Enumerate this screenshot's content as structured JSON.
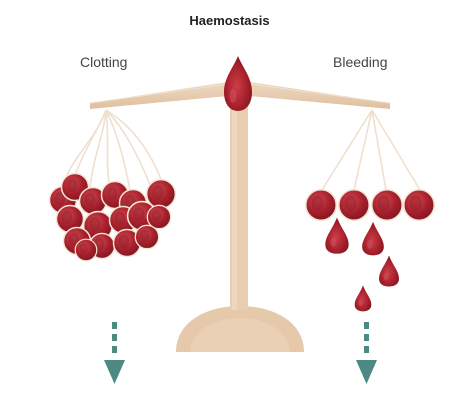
{
  "title": "Haemostasis",
  "left_label": "Clotting",
  "right_label": "Bleeding",
  "colors": {
    "scale": "#e9cfb4",
    "scale_shadow": "#d8b99a",
    "blood": "#a8202c",
    "blood_dark": "#7c1620",
    "blood_light": "#cf4a52",
    "arrow": "#4d8a83",
    "text": "#333333"
  },
  "icons": {
    "center": "blood-drop-icon",
    "left": "blood-clot-icon",
    "right": "bleeding-drops-icon",
    "down_arrows": "dashed-arrow-down-icon"
  }
}
